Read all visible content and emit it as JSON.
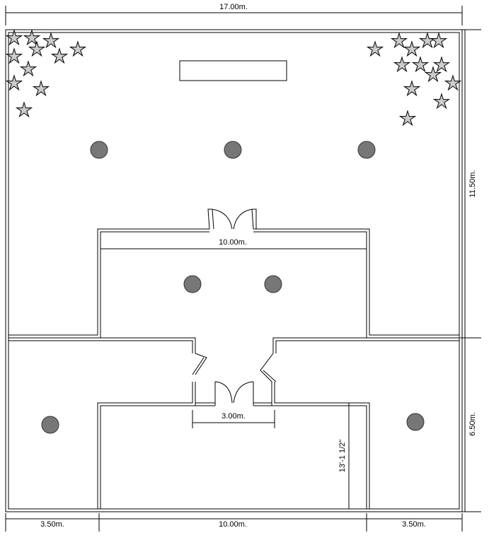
{
  "dimensions": {
    "overall_width": "17.00m.",
    "upper_depth": "11.50m.",
    "lower_depth": "6.50m.",
    "inner_room_width": "10.00m.",
    "entrance_width": "3.00m.",
    "hall_depth": "13'-1 1/2\"",
    "left_wing": "3.50m.",
    "center_width": "10.00m.",
    "right_wing": "3.50m."
  },
  "colors": {
    "line": "#000000",
    "column": "#777777",
    "plant_fill": "#cccccc"
  }
}
